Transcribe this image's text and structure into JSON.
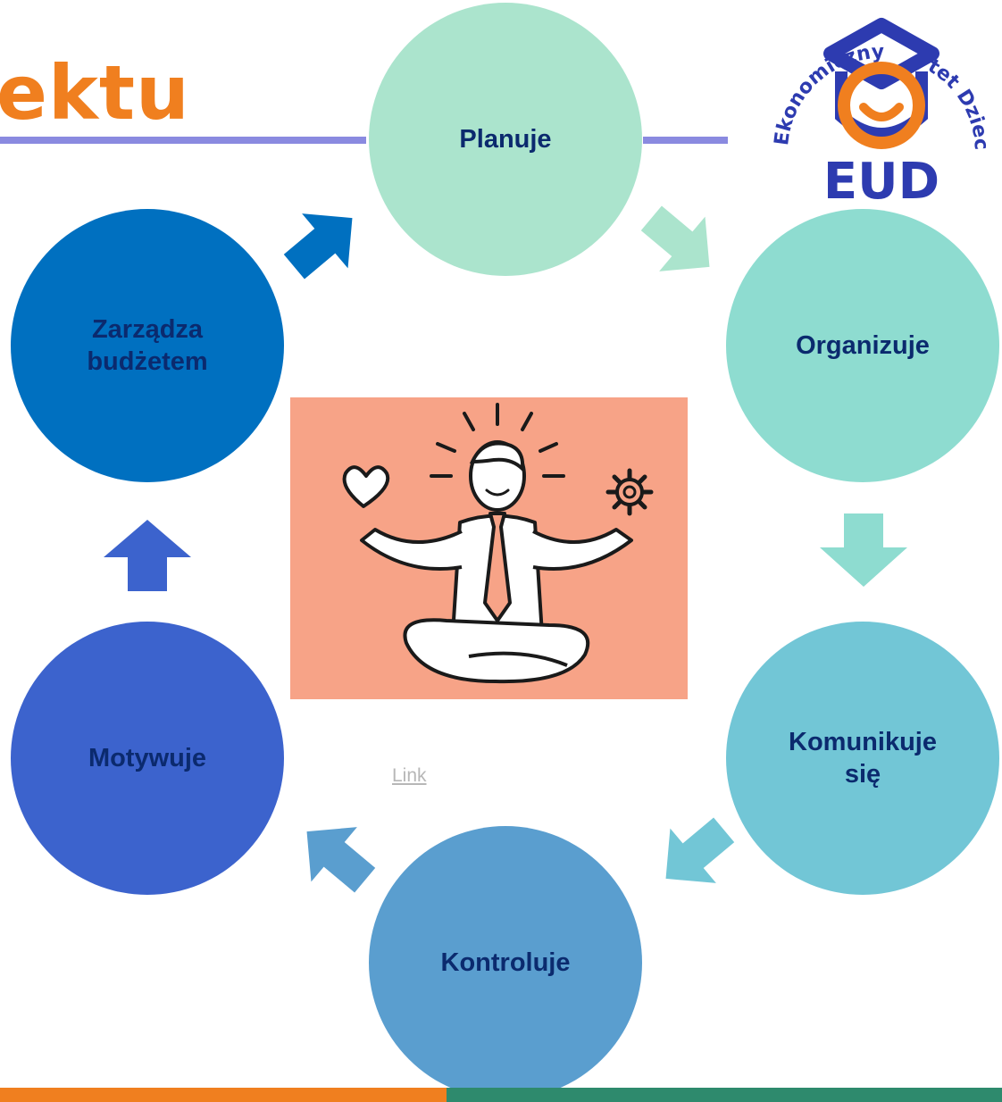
{
  "header": {
    "title": "ektu"
  },
  "logo": {
    "text": "EUD",
    "ring_left": "Ekonomiczny",
    "ring_right": "tet Dziecięcy"
  },
  "cycle": [
    {
      "id": "planuje",
      "label": "Planuje",
      "color": "#abe4cd",
      "text_color": "#0b2a6e"
    },
    {
      "id": "organizuje",
      "label": "Organizuje",
      "color": "#8edcd0",
      "text_color": "#0b2a6e"
    },
    {
      "id": "komunikuje",
      "label": "Komunikuje\nsię",
      "color": "#72c6d6",
      "text_color": "#0b2a6e"
    },
    {
      "id": "kontroluje",
      "label": "Kontroluje",
      "color": "#5a9ecf",
      "text_color": "#0b2a6e"
    },
    {
      "id": "motywuje",
      "label": "Motywuje",
      "color": "#3c63cd",
      "text_color": "#0b2a6e"
    },
    {
      "id": "zarzadza",
      "label": "Zarządza\nbudżetem",
      "color": "#0070c0",
      "text_color": "#0b2a6e"
    }
  ],
  "link": {
    "text": "Link"
  },
  "illustration": {
    "name": "balanced-manager",
    "background": "#f7a387"
  }
}
